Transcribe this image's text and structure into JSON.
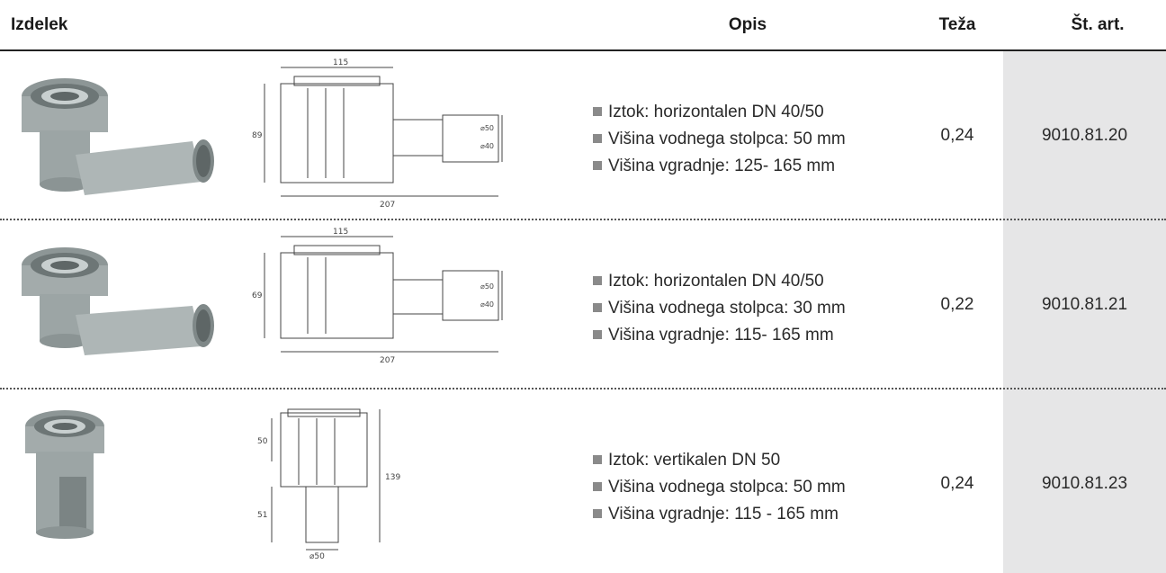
{
  "header": {
    "product": "Izdelek",
    "description": "Opis",
    "weight": "Teža",
    "article": "Št. art."
  },
  "rows": [
    {
      "bullets": [
        "Iztok: horizontalen DN 40/50",
        "Višina vodnega stolpca: 50 mm",
        "Višina vgradnje: 125- 165 mm"
      ],
      "weight": "0,24",
      "article": "9010.81.20",
      "drawing_dims": {
        "top": "115",
        "height": "89",
        "bottom": "207",
        "d1": "⌀50",
        "d2": "⌀40"
      }
    },
    {
      "bullets": [
        "Iztok: horizontalen DN 40/50",
        "Višina vodnega stolpca: 30 mm",
        "Višina vgradnje: 115- 165 mm"
      ],
      "weight": "0,22",
      "article": "9010.81.21",
      "drawing_dims": {
        "top": "115",
        "height": "69",
        "bottom": "207",
        "d1": "⌀50",
        "d2": "⌀40"
      }
    },
    {
      "bullets": [
        "Iztok: vertikalen DN 50",
        "Višina vodnega stolpca: 50 mm",
        "Višina vgradnje: 115 - 165 mm"
      ],
      "weight": "0,24",
      "article": "9010.81.23",
      "drawing_dims": {
        "trap": "50",
        "height": "139",
        "outlet": "51",
        "diameter": "⌀50"
      }
    }
  ],
  "colors": {
    "article_column_bg": "#e6e6e7",
    "part_gray": "#9aa3a3",
    "bullet": "#8a8a8a"
  }
}
